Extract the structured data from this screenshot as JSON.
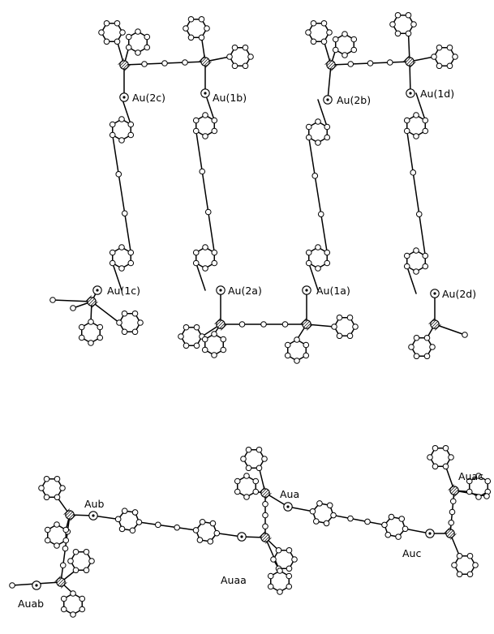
{
  "figure": {
    "top_panel_labels": [
      "Au(2c)",
      "Au(1b)",
      "Au(2b)",
      "Au(1d)",
      "Au(1c)",
      "Au(2a)",
      "Au(1a)",
      "Au(2d)"
    ],
    "bottom_panel_labels": [
      "Aub",
      "Aua",
      "Auac",
      "Auaa",
      "Auc",
      "Auab"
    ]
  }
}
